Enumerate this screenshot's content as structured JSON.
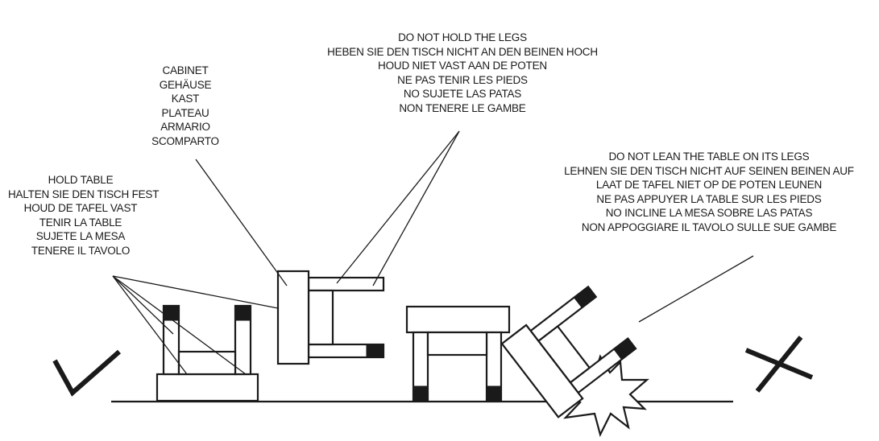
{
  "labels": {
    "do_not_hold_legs": [
      "DO NOT HOLD THE LEGS",
      "HEBEN SIE DEN TISCH NICHT AN DEN BEINEN HOCH",
      "HOUD NIET VAST AAN DE POTEN",
      "NE PAS TENIR LES PIEDS",
      "NO SUJETE LAS PATAS",
      "NON TENERE LE GAMBE"
    ],
    "cabinet": [
      "CABINET",
      "GEHÄUSE",
      "KAST",
      "PLATEAU",
      "ARMARIO",
      "SCOMPARTO"
    ],
    "hold_table": [
      "HOLD TABLE",
      "HALTEN SIE DEN TISCH FEST",
      "HOUD DE TAFEL VAST",
      "TENIR LA TABLE",
      "SUJETE LA MESA",
      "TENERE IL TAVOLO"
    ],
    "do_not_lean": [
      "DO NOT LEAN THE TABLE ON ITS LEGS",
      "LEHNEN SIE DEN TISCH NICHT AUF SEINEN BEINEN AUF",
      "LAAT DE TAFEL NIET OP DE POTEN LEUNEN",
      "NE PAS APPUYER LA TABLE SUR LES PIEDS",
      "NO INCLINE LA MESA SOBRE LAS PATAS",
      "NON APPOGGIARE IL TAVOLO SULLE SUE GAMBE"
    ]
  },
  "icons": {
    "correct": "check-mark-icon",
    "wrong": "cross-mark-icon",
    "impact": "impact-burst-icon"
  },
  "colors": {
    "ink": "#1a1a1a",
    "background": "#ffffff"
  }
}
